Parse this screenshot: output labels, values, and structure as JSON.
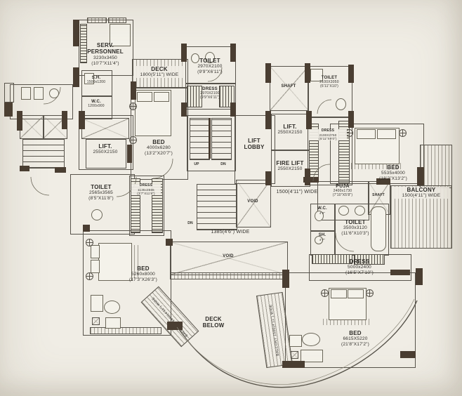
{
  "rooms": {
    "serv_personnel": {
      "name": "SERV. PERSONNEL",
      "mm": "3230x3450",
      "ft": "(10'7\"X11'4\")"
    },
    "sh_top": {
      "name": "S.H.",
      "mm": "1500x1200"
    },
    "wc_top": {
      "name": "W.C.",
      "mm": "1200x900"
    },
    "deck_top": {
      "name": "DECK",
      "size": "1800(5'11\") WIDE"
    },
    "toilet_top": {
      "name": "TOILET",
      "mm": "2970X2100",
      "ft": "(9'9\"X6'11\")"
    },
    "dress_top": {
      "name": "DRESS",
      "mm": "2970X2100",
      "ft": "(9'9\"X6'11\")"
    },
    "lift_left": {
      "name": "LIFT.",
      "mm": "2550X2150"
    },
    "bed_master_left": {
      "name": "BED",
      "mm": "4000x6280",
      "ft": "(13'2\"X20'7\")"
    },
    "toilet_left": {
      "name": "TOILET",
      "mm": "2565x3565",
      "ft": "(8'5\"X11'8\")"
    },
    "dress_left": {
      "name": "DRESS",
      "mm": "1135x3565",
      "ft": "(3'7\"X11'8\")"
    },
    "lift_lobby": {
      "name": "LIFT LOBBY"
    },
    "shaft": {
      "name": "SHAFT"
    },
    "lift_right": {
      "name": "LIFT.",
      "mm": "2550X2150"
    },
    "fire_lift": {
      "name": "FIRE LIFT",
      "mm": "2550X2150"
    },
    "toilet_right_top": {
      "name": "TOILET",
      "mm": "2100X3050",
      "ft": "(6'11\"X10')"
    },
    "dress_right": {
      "name": "DRESS",
      "mm": "2100X2750",
      "ft": "(6'11\"X9'0\")"
    },
    "bed_right": {
      "name": "BED",
      "mm": "5535x4000",
      "ft": "(18'2\"X13'2\")"
    },
    "balcony": {
      "name": "BALCONY",
      "size": "1500(4'11\") WIDE"
    },
    "corridor_right": {
      "size": "1500(4'11\") WIDE"
    },
    "puja": {
      "name": "PUJA",
      "mm": "2400x1730",
      "ft": "(7'10\"X5'8\")"
    },
    "wc_mid": {
      "name": "W.C.",
      "dim": "4'9\""
    },
    "sh_mid": {
      "name": "SH.",
      "dim": "4'7\""
    },
    "toilet_master": {
      "name": "TOILET",
      "mm": "3500x3120",
      "ft": "(11'6\"X10'3\")"
    },
    "dress_master": {
      "name": "DRESS",
      "mm": "5000x2400",
      "ft": "(16'5\"X7'10\")"
    },
    "bed_bottom_right": {
      "name": "BED",
      "mm": "6615X5220",
      "ft": "(21'8\"X17'2\")"
    },
    "bed_bottom_left": {
      "name": "BED",
      "mm": "5260x8000",
      "ft": "(17'3\"X26'3\")"
    },
    "corridor_center": {
      "size": "1385(4'6\") WIDE"
    },
    "deck_below": {
      "name": "DECK BELOW"
    },
    "void": {
      "name": "VOID"
    }
  },
  "stairs": {
    "up": "UP",
    "dn": "DN"
  }
}
